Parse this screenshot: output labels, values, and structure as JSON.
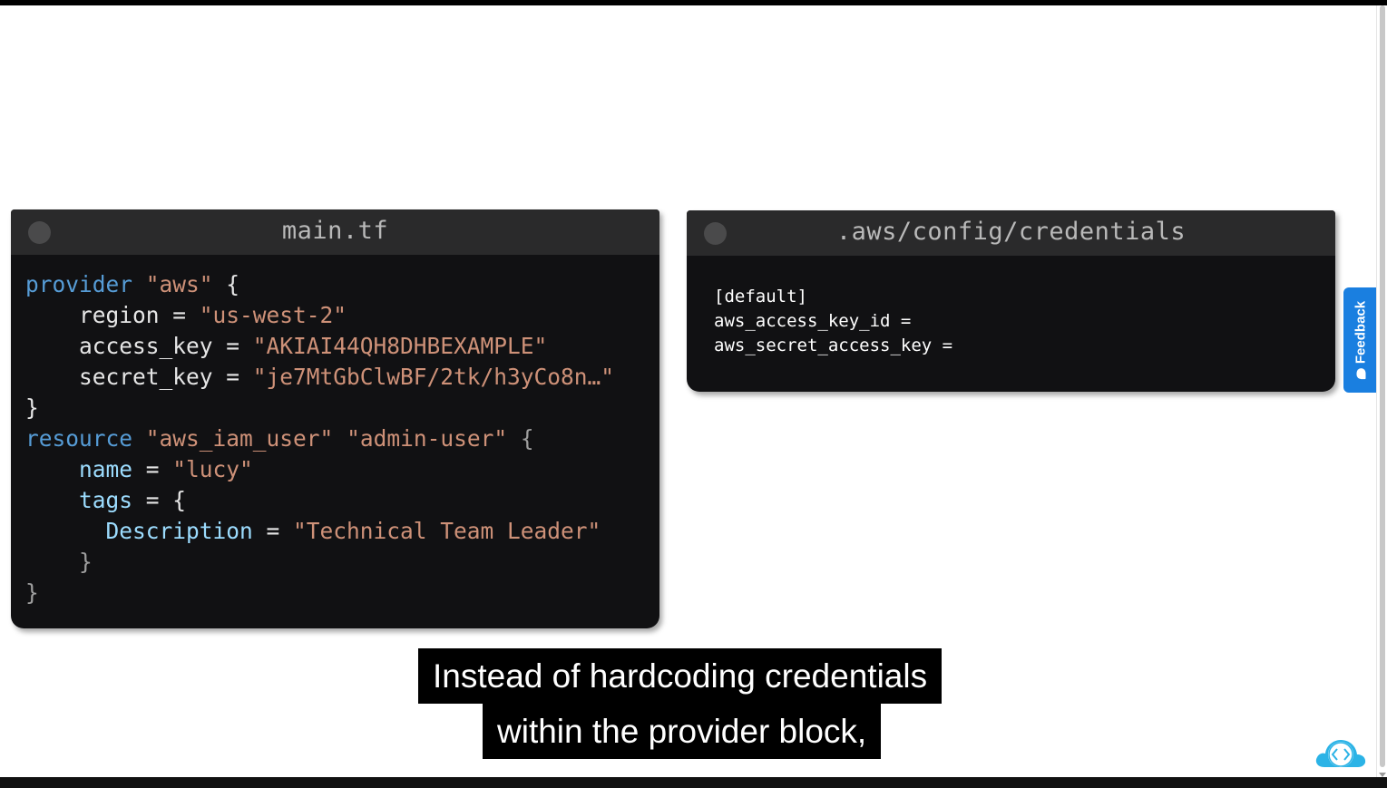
{
  "panels": {
    "main": {
      "title": "main.tf",
      "lines": [
        [
          {
            "t": "provider",
            "c": "kw"
          },
          {
            "t": " ",
            "c": "plain"
          },
          {
            "t": "\"aws\"",
            "c": "str"
          },
          {
            "t": " {",
            "c": "plain"
          }
        ],
        [
          {
            "t": "    region",
            "c": "plain"
          },
          {
            "t": " = ",
            "c": "plain"
          },
          {
            "t": "\"us-west-2\"",
            "c": "str"
          }
        ],
        [
          {
            "t": "    access_key",
            "c": "plain"
          },
          {
            "t": " = ",
            "c": "plain"
          },
          {
            "t": "\"AKIAI44QH8DHBEXAMPLE\"",
            "c": "str"
          }
        ],
        [
          {
            "t": "    secret_key",
            "c": "plain"
          },
          {
            "t": " = ",
            "c": "plain"
          },
          {
            "t": "\"je7MtGbClwBF/2tk/h3yCo8n…\"",
            "c": "str"
          }
        ],
        [
          {
            "t": "}",
            "c": "plain"
          }
        ],
        [
          {
            "t": "resource",
            "c": "kw"
          },
          {
            "t": " ",
            "c": "plain"
          },
          {
            "t": "\"aws_iam_user\"",
            "c": "str"
          },
          {
            "t": " ",
            "c": "plain"
          },
          {
            "t": "\"admin-user\"",
            "c": "str"
          },
          {
            "t": " {",
            "c": "dim"
          }
        ],
        [
          {
            "t": "    name",
            "c": "attr"
          },
          {
            "t": " = ",
            "c": "plain"
          },
          {
            "t": "\"lucy\"",
            "c": "str"
          }
        ],
        [
          {
            "t": "    tags",
            "c": "attr"
          },
          {
            "t": " = {",
            "c": "plain"
          }
        ],
        [
          {
            "t": "      Description",
            "c": "attr"
          },
          {
            "t": " = ",
            "c": "plain"
          },
          {
            "t": "\"Technical Team Leader\"",
            "c": "str"
          }
        ],
        [
          {
            "t": "    }",
            "c": "dim"
          }
        ],
        [
          {
            "t": "}",
            "c": "dim"
          }
        ]
      ]
    },
    "credentials": {
      "title": ".aws/config/credentials",
      "lines": [
        "[default]",
        "aws_access_key_id =",
        "aws_secret_access_key ="
      ]
    }
  },
  "captions": {
    "line1": "Instead of hardcoding credentials",
    "line2": "within the provider block,"
  },
  "feedback": {
    "label": "Feedback",
    "icon": "chat-icon",
    "color": "#1a7fe0"
  },
  "logo": {
    "icon": "cloud-code-logo"
  },
  "colors": {
    "keyword": "#569cd6",
    "string": "#ce9178",
    "attribute": "#9cdcfe",
    "panel_bg": "#111113",
    "titlebar_bg": "#2a2a2b"
  }
}
